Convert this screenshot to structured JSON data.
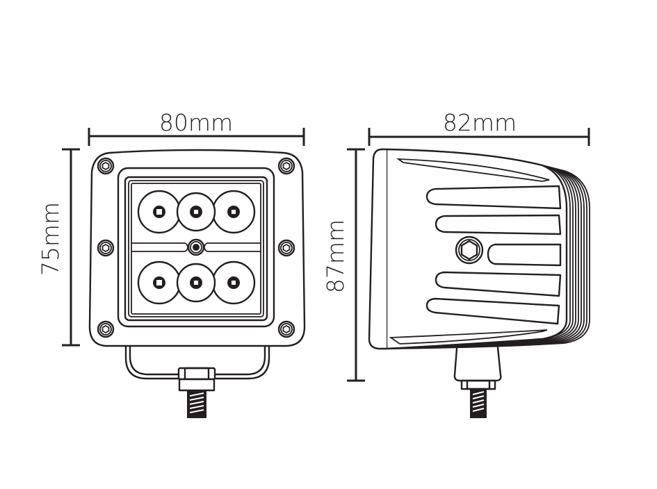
{
  "diagram": {
    "subject": "LED cube work light dimension drawing",
    "line_color": "#231f20",
    "background": "#ffffff",
    "front_view": {
      "width_label": "80mm",
      "height_label": "75mm",
      "led_count": 6,
      "led_rows": 2,
      "led_columns": 3,
      "mounting_screws": 6
    },
    "side_view": {
      "width_label": "82mm",
      "height_label": "87mm",
      "cooling_fins": 5,
      "rear_fin_layers": 8
    }
  }
}
